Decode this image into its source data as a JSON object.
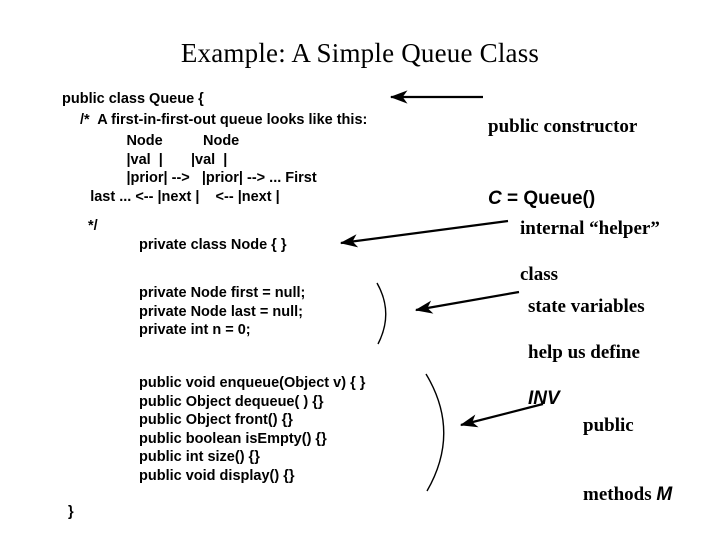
{
  "slide": {
    "title": "Example: A Simple Queue Class",
    "background_color": "#ffffff",
    "text_color": "#000000"
  },
  "code": {
    "class_header": "public class Queue {",
    "comment_open": "/*  A first-in-first-out queue looks like this:",
    "ascii_diagram": "                Node          Node\n                |val  |       |val  |\n                |prior| -->   |prior| --> ... First\n       last ... <-- |next |    <-- |next |",
    "ascii_lines": [
      "                Node          Node",
      "                |val  |       |val  |",
      "                |prior| -->   |prior| --> ... First",
      "       last ... <-- |next |    <-- |next |"
    ],
    "comment_close": "*/",
    "inner_class": "private class Node { }",
    "state_variables": "private Node first = null;\nprivate Node last = null;\nprivate int n = 0;",
    "state_variable_lines": [
      "private Node first = null;",
      "private Node last = null;",
      "private int n = 0;"
    ],
    "methods": "public void enqueue(Object v) { }\npublic Object dequeue( ) {}\npublic Object front() {}\npublic boolean isEmpty() {}\npublic int size() {}\npublic void display() {}",
    "method_lines": [
      "public void enqueue(Object v) { }",
      "public Object dequeue( ) {}",
      "public Object front() {}",
      "public boolean isEmpty() {}",
      "public int size() {}",
      "public void display() {}"
    ],
    "class_close": "}"
  },
  "annotations": {
    "constructor": {
      "line1": "public constructor",
      "line2_prefix": "C",
      "line2_suffix": " = Queue()"
    },
    "helper": {
      "line1": "internal “helper”",
      "line2": "class"
    },
    "state": {
      "line1": "state variables",
      "line2": "help us define",
      "line3": "INV"
    },
    "methods": {
      "line1": "public",
      "line2_prefix": "methods ",
      "line2_suffix": "M"
    }
  }
}
